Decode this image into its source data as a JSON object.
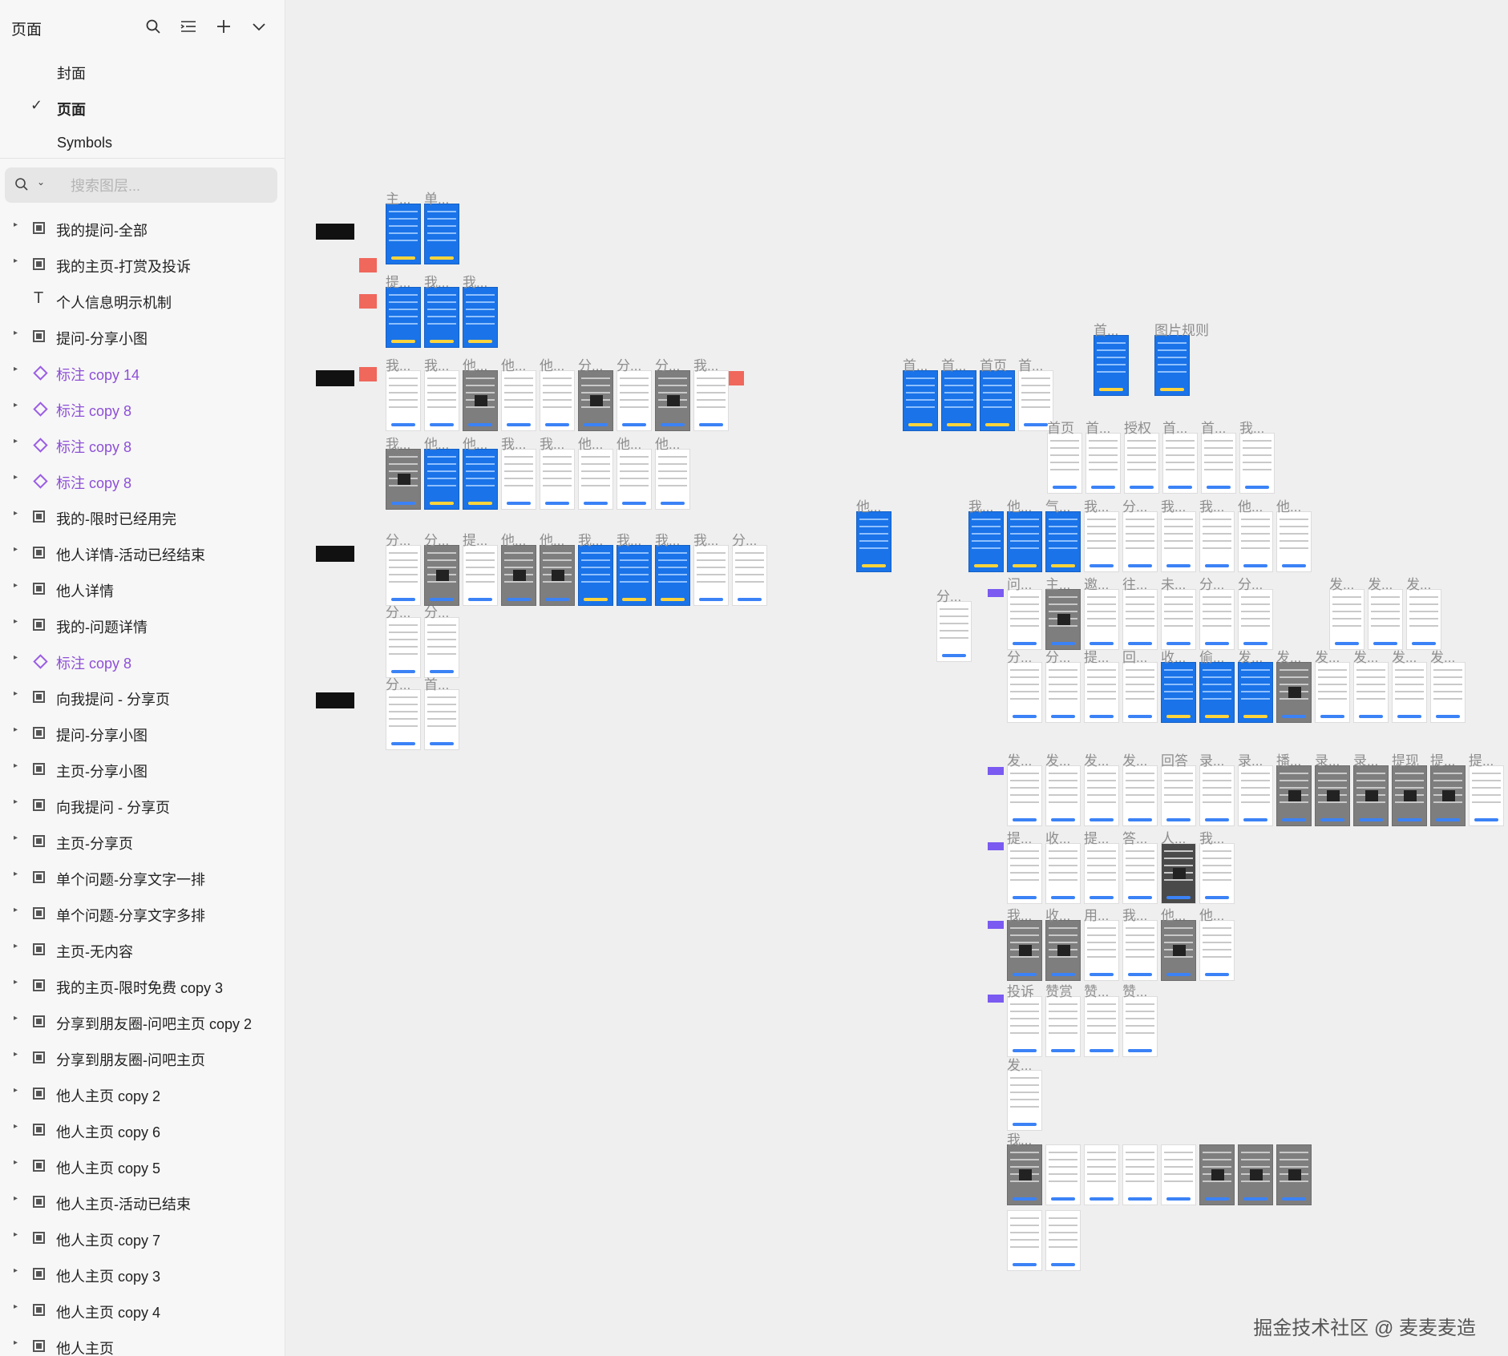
{
  "sidebar": {
    "title": "页面",
    "pages": [
      {
        "label": "封面",
        "active": false
      },
      {
        "label": "页面",
        "active": true
      },
      {
        "label": "Symbols",
        "active": false
      }
    ],
    "search_placeholder": "搜索图层...",
    "layers": [
      {
        "label": "我的提问-全部",
        "icon": "frame-icon"
      },
      {
        "label": "我的主页-打赏及投诉",
        "icon": "frame-icon"
      },
      {
        "label": "个人信息明示机制",
        "icon": "text-icon"
      },
      {
        "label": "提问-分享小图",
        "icon": "frame-icon"
      },
      {
        "label": "标注 copy 14",
        "icon": "component-icon"
      },
      {
        "label": "标注 copy 8",
        "icon": "component-icon"
      },
      {
        "label": "标注 copy 8",
        "icon": "component-icon"
      },
      {
        "label": "标注 copy 8",
        "icon": "component-icon"
      },
      {
        "label": "我的-限时已经用完",
        "icon": "frame-icon"
      },
      {
        "label": "他人详情-活动已经结束",
        "icon": "frame-icon"
      },
      {
        "label": "他人详情",
        "icon": "frame-icon"
      },
      {
        "label": "我的-问题详情",
        "icon": "frame-icon"
      },
      {
        "label": "标注 copy 8",
        "icon": "component-icon"
      },
      {
        "label": "向我提问 - 分享页",
        "icon": "frame-icon"
      },
      {
        "label": "提问-分享小图",
        "icon": "frame-icon"
      },
      {
        "label": "主页-分享小图",
        "icon": "frame-icon"
      },
      {
        "label": "向我提问 - 分享页",
        "icon": "frame-icon"
      },
      {
        "label": "主页-分享页",
        "icon": "frame-icon"
      },
      {
        "label": "单个问题-分享文字一排",
        "icon": "frame-icon"
      },
      {
        "label": "单个问题-分享文字多排",
        "icon": "frame-icon"
      },
      {
        "label": "主页-无内容",
        "icon": "frame-icon"
      },
      {
        "label": "我的主页-限时免费 copy 3",
        "icon": "frame-icon"
      },
      {
        "label": "分享到朋友圈-问吧主页 copy 2",
        "icon": "frame-icon"
      },
      {
        "label": "分享到朋友圈-问吧主页",
        "icon": "frame-icon"
      },
      {
        "label": "他人主页 copy 2",
        "icon": "frame-icon"
      },
      {
        "label": "他人主页 copy 6",
        "icon": "frame-icon"
      },
      {
        "label": "他人主页 copy 5",
        "icon": "frame-icon"
      },
      {
        "label": "他人主页-活动已结束",
        "icon": "frame-icon"
      },
      {
        "label": "他人主页 copy 7",
        "icon": "frame-icon"
      },
      {
        "label": "他人主页 copy 3",
        "icon": "frame-icon"
      },
      {
        "label": "他人主页 copy 4",
        "icon": "frame-icon"
      },
      {
        "label": "他人主页",
        "icon": "frame-icon"
      }
    ]
  },
  "canvas": {
    "frame_labels": [
      "主...",
      "单...",
      "提...",
      "我...",
      "我...",
      "我...",
      "我...",
      "他...",
      "他...",
      "他...",
      "分...",
      "分...",
      "分...",
      "我...",
      "我...",
      "他...",
      "他...",
      "我...",
      "我...",
      "他...",
      "他...",
      "他...",
      "分...",
      "分...",
      "提...",
      "他...",
      "他...",
      "我...",
      "我...",
      "我...",
      "我...",
      "分...",
      "分...",
      "分...",
      "分...",
      "首...",
      "首...",
      "首...",
      "首页",
      "首...",
      "首...",
      "图片规则",
      "首页",
      "首...",
      "授权",
      "首...",
      "首...",
      "我...",
      "他...",
      "我...",
      "他...",
      "气...",
      "我...",
      "分...",
      "我...",
      "我...",
      "他...",
      "他...",
      "分...",
      "问...",
      "主...",
      "邀...",
      "往...",
      "未...",
      "分...",
      "分...",
      "分...",
      "分...",
      "提...",
      "回...",
      "收...",
      "偷...",
      "发...",
      "发...",
      "发...",
      "发...",
      "发...",
      "发...",
      "发...",
      "发...",
      "发...",
      "发...",
      "发...",
      "发...",
      "发...",
      "回答",
      "录...",
      "录...",
      "播...",
      "录...",
      "录...",
      "提现",
      "提...",
      "提...",
      "提...",
      "收...",
      "提...",
      "答...",
      "人...",
      "我...",
      "我...",
      "收...",
      "用...",
      "我...",
      "他...",
      "他...",
      "投诉",
      "赞赏",
      "赞...",
      "赞...",
      "发...",
      "我..."
    ],
    "watermark": "掘金技术社区 @ 麦麦麦造",
    "accent_blue": "#1a73e8",
    "tag_red": "#f0675c",
    "tag_dark": "#111111",
    "tag_purple": "#7a5af0"
  }
}
